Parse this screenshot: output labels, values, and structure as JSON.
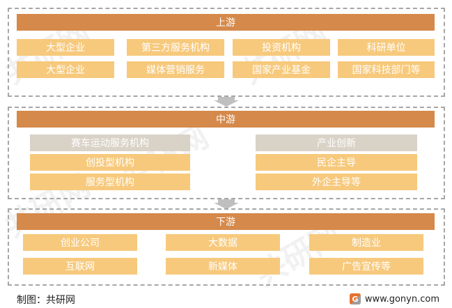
{
  "upstream": {
    "title": "上游",
    "row1": [
      "大型企业",
      "第三方服务机构",
      "投资机构",
      "科研单位"
    ],
    "row2": [
      "大型企业",
      "媒体营销服务",
      "国家产业基金",
      "国家科技部门等"
    ]
  },
  "midstream": {
    "title": "中游",
    "left": [
      "赛车运动服务机构",
      "创投型机构",
      "服务型机构"
    ],
    "right": [
      "产业创新",
      "民企主导",
      "外企主导等"
    ]
  },
  "downstream": {
    "title": "下游",
    "row1": [
      "创业公司",
      "大数据",
      "制造业"
    ],
    "row2": [
      "互联网",
      "新媒体",
      "广告宣传等"
    ]
  },
  "footer": {
    "source": "制图：共研网",
    "logo_letter": "G",
    "url": "www.gonyn.com"
  },
  "colors": {
    "header": "#d5894a",
    "box": "#f7c97c",
    "box_gray": "#d9d2c7",
    "border": "#a6a6a6"
  }
}
